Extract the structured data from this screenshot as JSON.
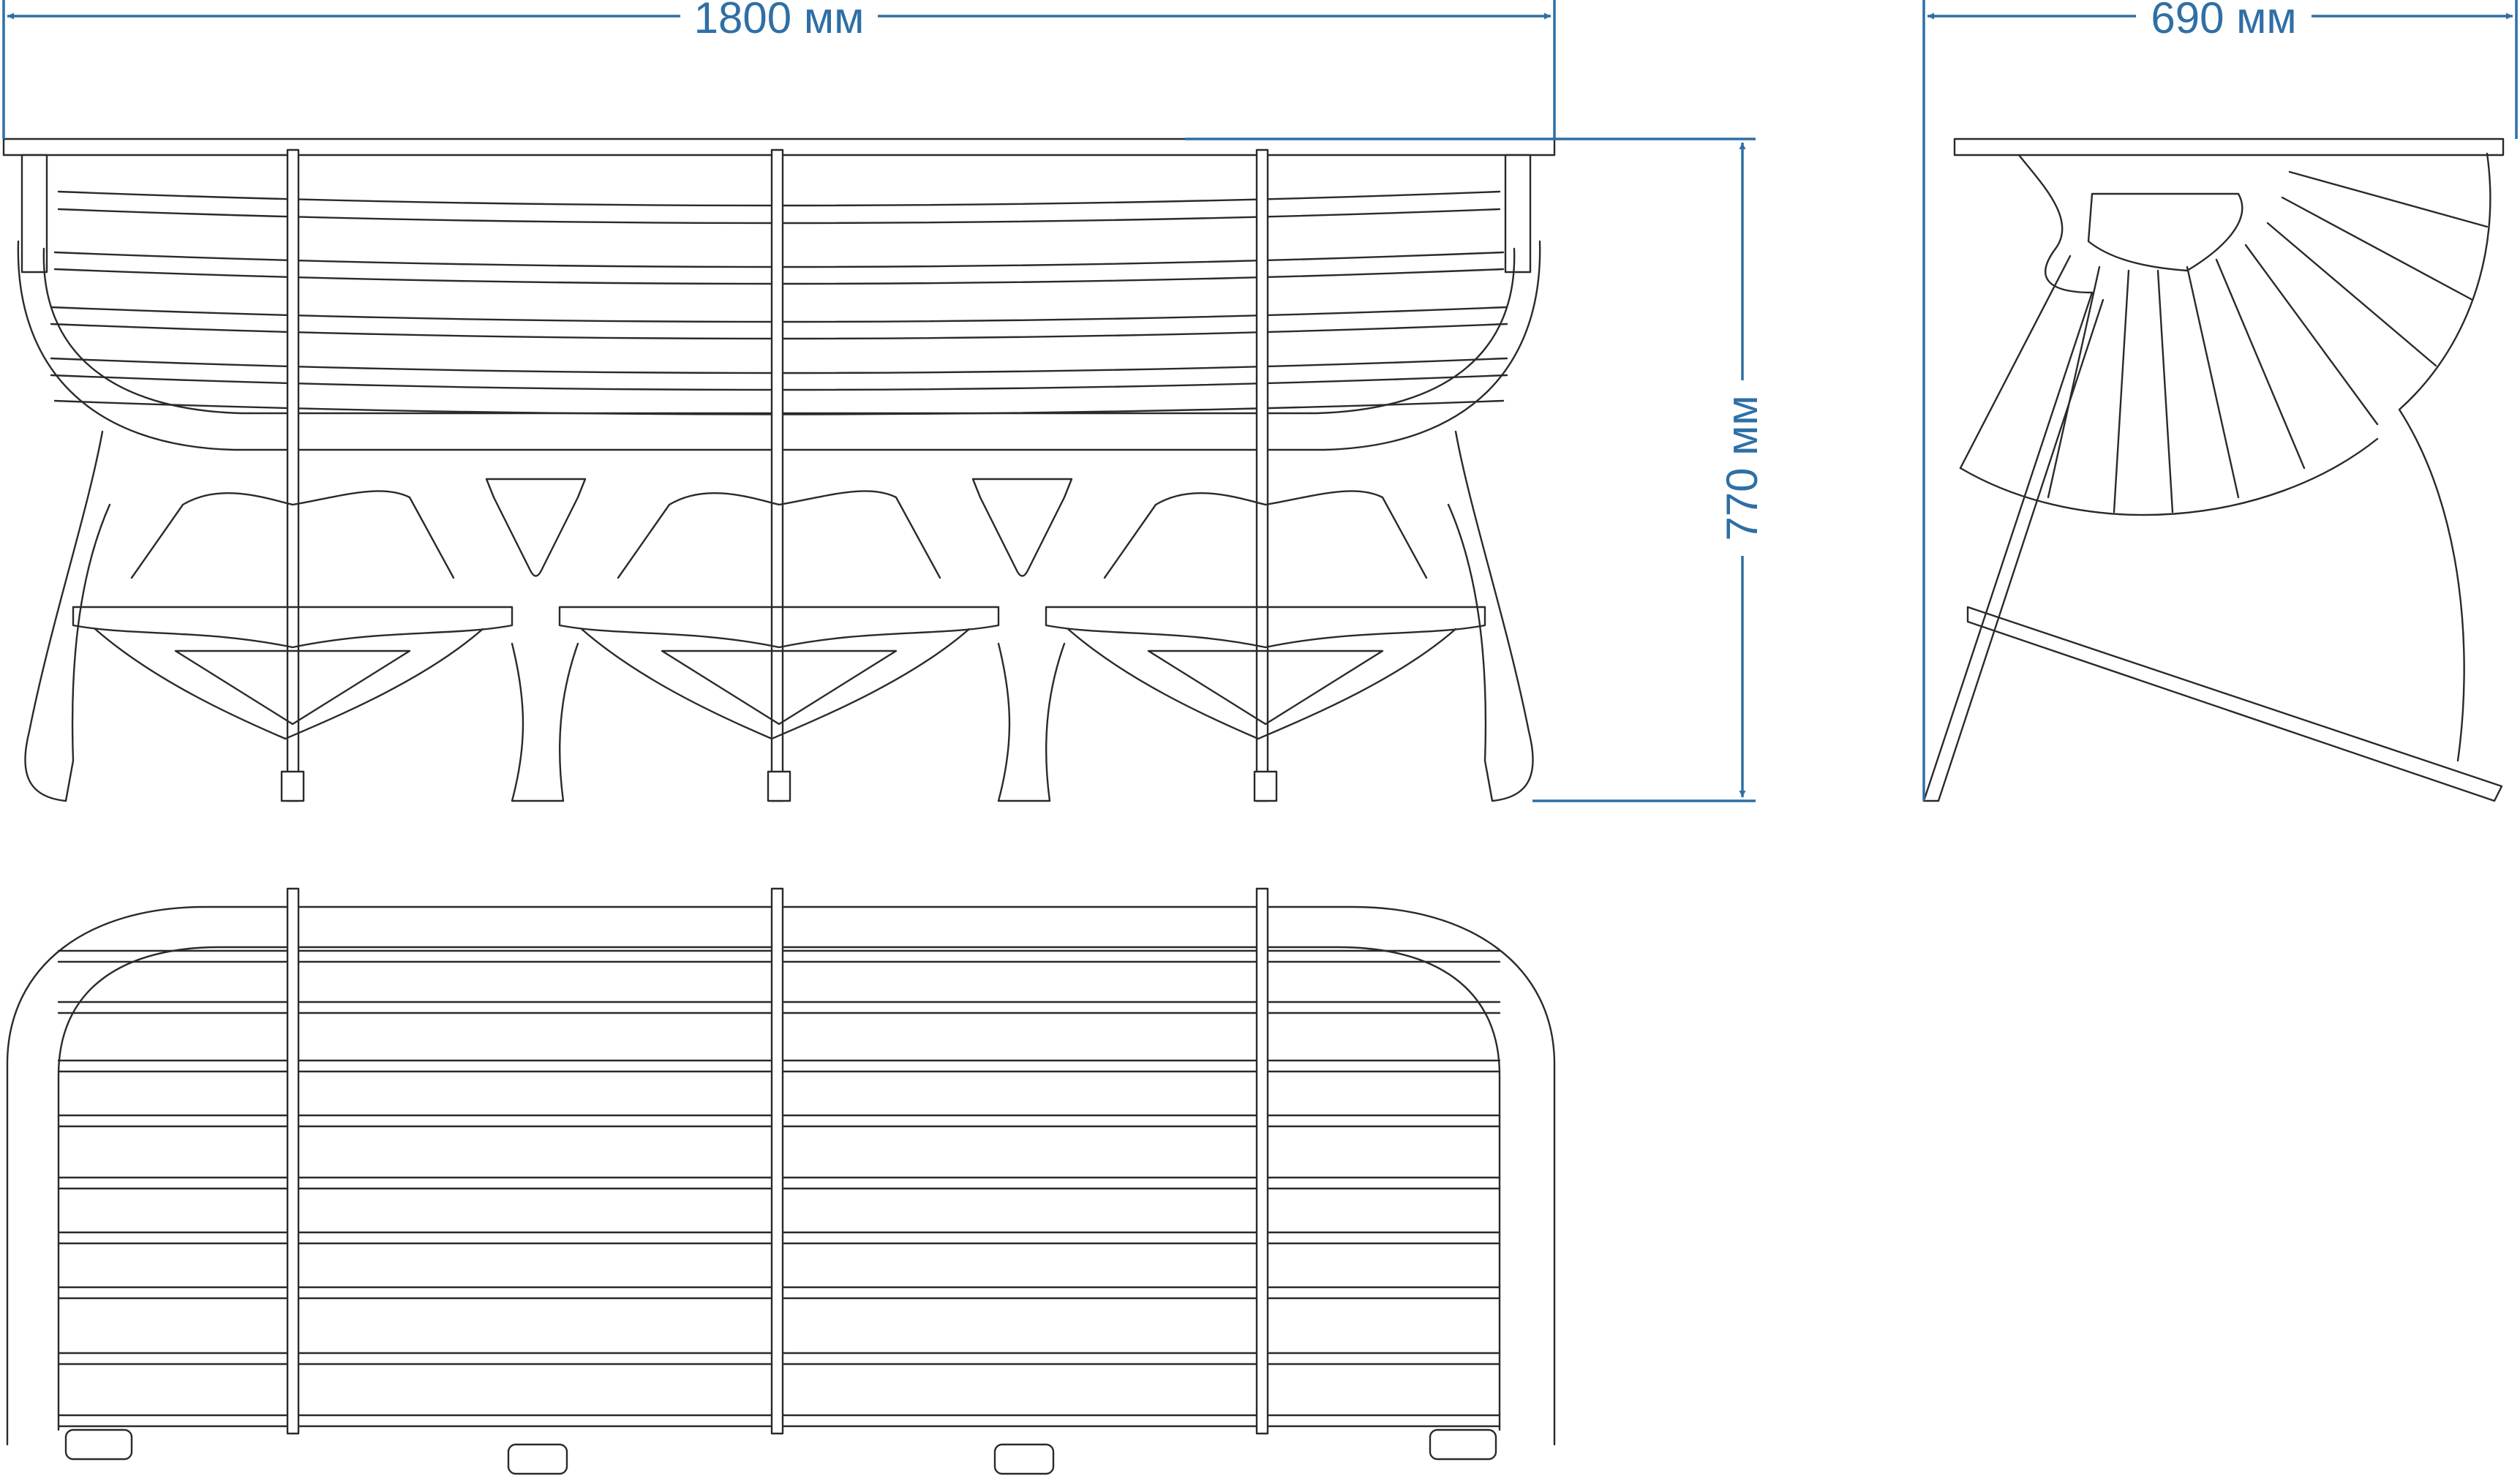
{
  "dimensions": {
    "width": "1800 мм",
    "depth": "690 мм",
    "height": "770 мм"
  },
  "colors": {
    "dimension": "#2f6fa5",
    "outline": "#2a2a2a",
    "background": "#ffffff"
  }
}
